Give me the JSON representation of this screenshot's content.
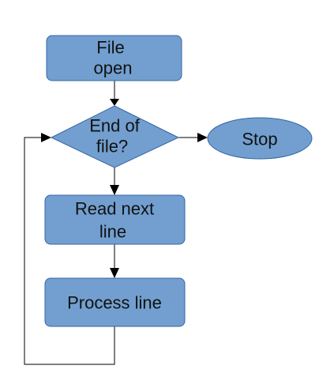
{
  "diagram": {
    "type": "flowchart",
    "colors": {
      "node_fill": "#729fcf",
      "node_stroke": "#3465a4",
      "edge": "#000000",
      "text": "#111111"
    },
    "nodes": {
      "file_open": {
        "shape": "rounded-rectangle",
        "lines": [
          "File",
          "open"
        ]
      },
      "end_of_file": {
        "shape": "diamond",
        "lines": [
          "End of",
          "file?"
        ]
      },
      "stop": {
        "shape": "ellipse",
        "lines": [
          "Stop"
        ]
      },
      "read_next_line": {
        "shape": "rounded-rectangle",
        "lines": [
          "Read next",
          "line"
        ]
      },
      "process_line": {
        "shape": "rounded-rectangle",
        "lines": [
          "Process line"
        ]
      }
    },
    "edges": [
      {
        "from": "file_open",
        "to": "end_of_file"
      },
      {
        "from": "end_of_file",
        "to": "stop"
      },
      {
        "from": "end_of_file",
        "to": "read_next_line"
      },
      {
        "from": "read_next_line",
        "to": "process_line"
      },
      {
        "from": "process_line",
        "to": "end_of_file"
      }
    ]
  }
}
